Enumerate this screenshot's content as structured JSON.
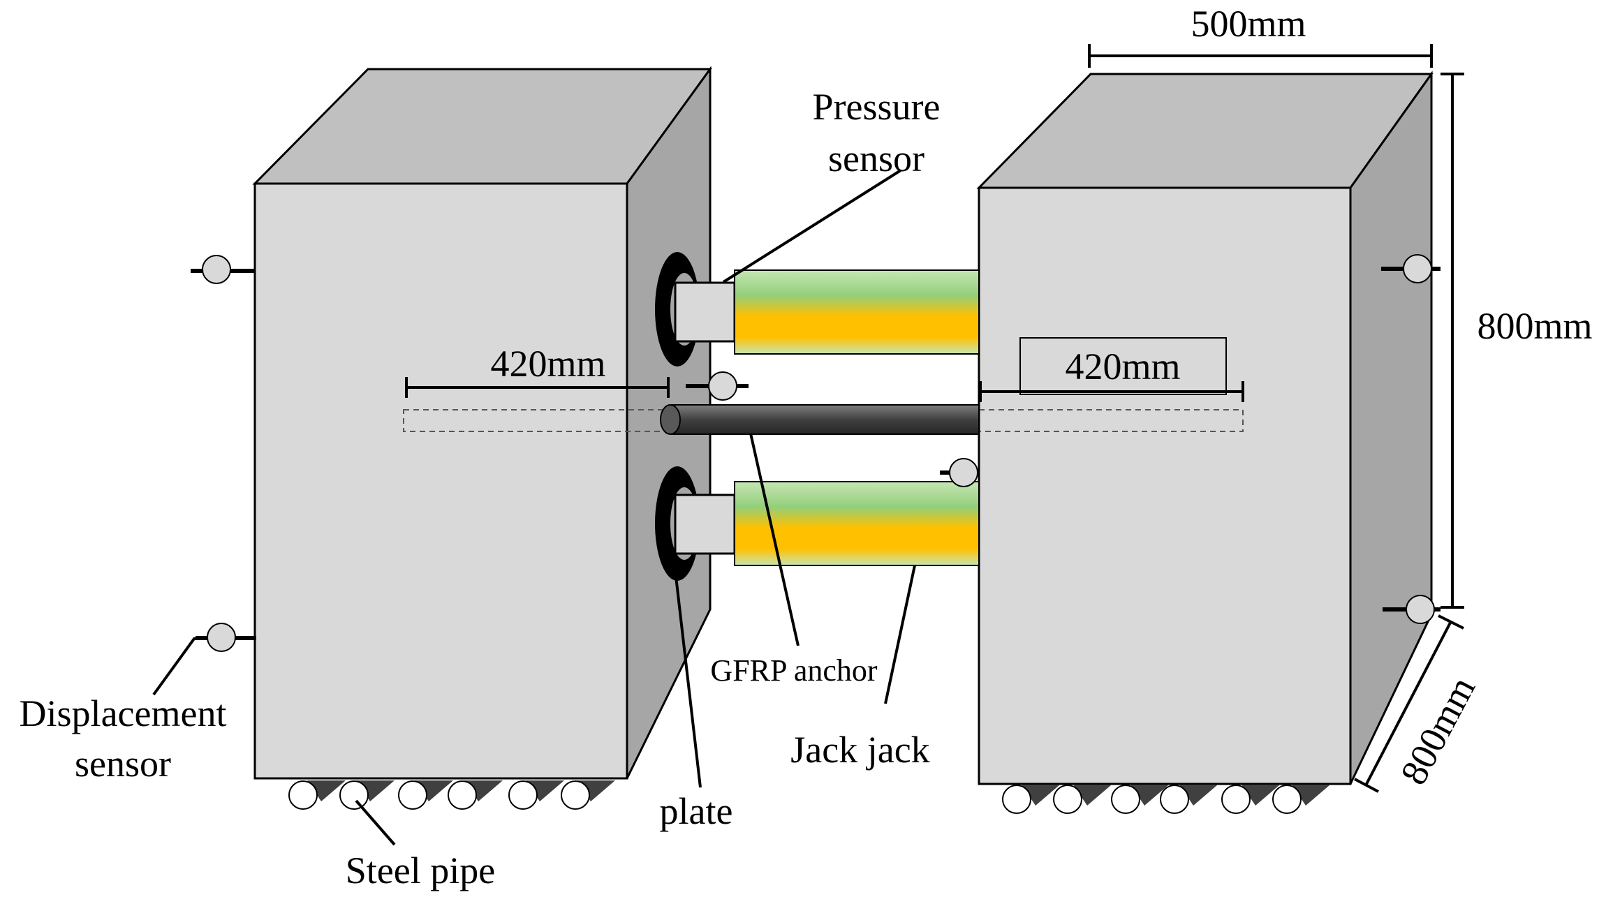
{
  "labels": {
    "pressure_sensor_line1": "Pressure",
    "pressure_sensor_line2": "sensor",
    "dim_width_top": "500mm",
    "dim_height_right": "800mm",
    "dim_depth_right": "800mm",
    "dim_left_anchor": "420mm",
    "dim_right_anchor": "420mm",
    "displacement_sensor_line1": "Displacement",
    "displacement_sensor_line2": "sensor",
    "steel_pipe": "Steel pipe",
    "plate": "plate",
    "gfrp_anchor": "GFRP anchor",
    "jack": "Jack jack"
  },
  "colors": {
    "block_front": "#d9d9d9",
    "block_top": "#c0c0c0",
    "block_side": "#a6a6a6",
    "jack_green": "#c6e6b4",
    "jack_orange": "#ffc000",
    "anchor_rod": "#404040",
    "plate": "#000000",
    "outline": "#000000"
  }
}
